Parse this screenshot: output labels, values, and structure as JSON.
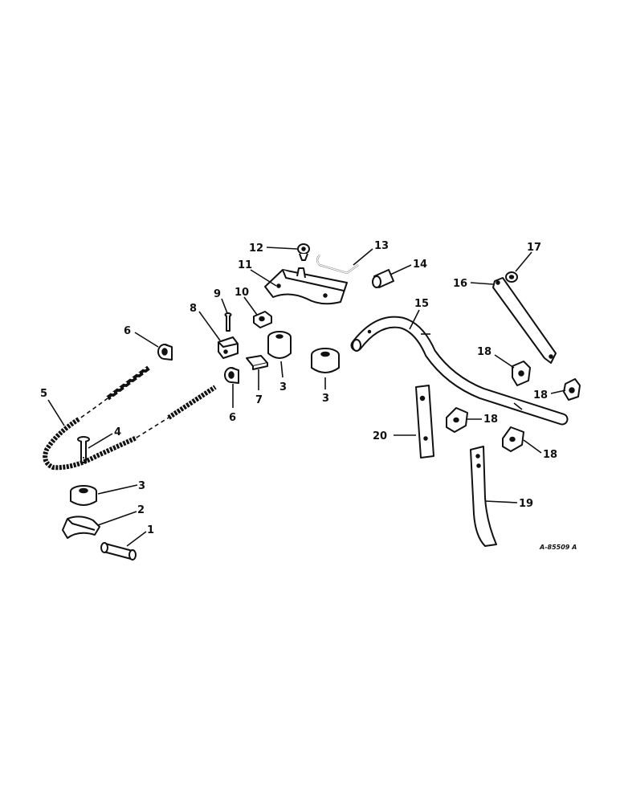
{
  "callouts": {
    "c1": "1",
    "c2": "2",
    "c3a": "3",
    "c3b": "3",
    "c3c": "3",
    "c4": "4",
    "c5": "5",
    "c6a": "6",
    "c6b": "6",
    "c7": "7",
    "c8": "8",
    "c9": "9",
    "c10": "10",
    "c11": "11",
    "c12": "12",
    "c13": "13",
    "c14": "14",
    "c15": "15",
    "c16": "16",
    "c17": "17",
    "c18a": "18",
    "c18b": "18",
    "c18c": "18",
    "c18d": "18",
    "c19": "19",
    "c20": "20"
  },
  "drawing_ref": "A-85509 A"
}
